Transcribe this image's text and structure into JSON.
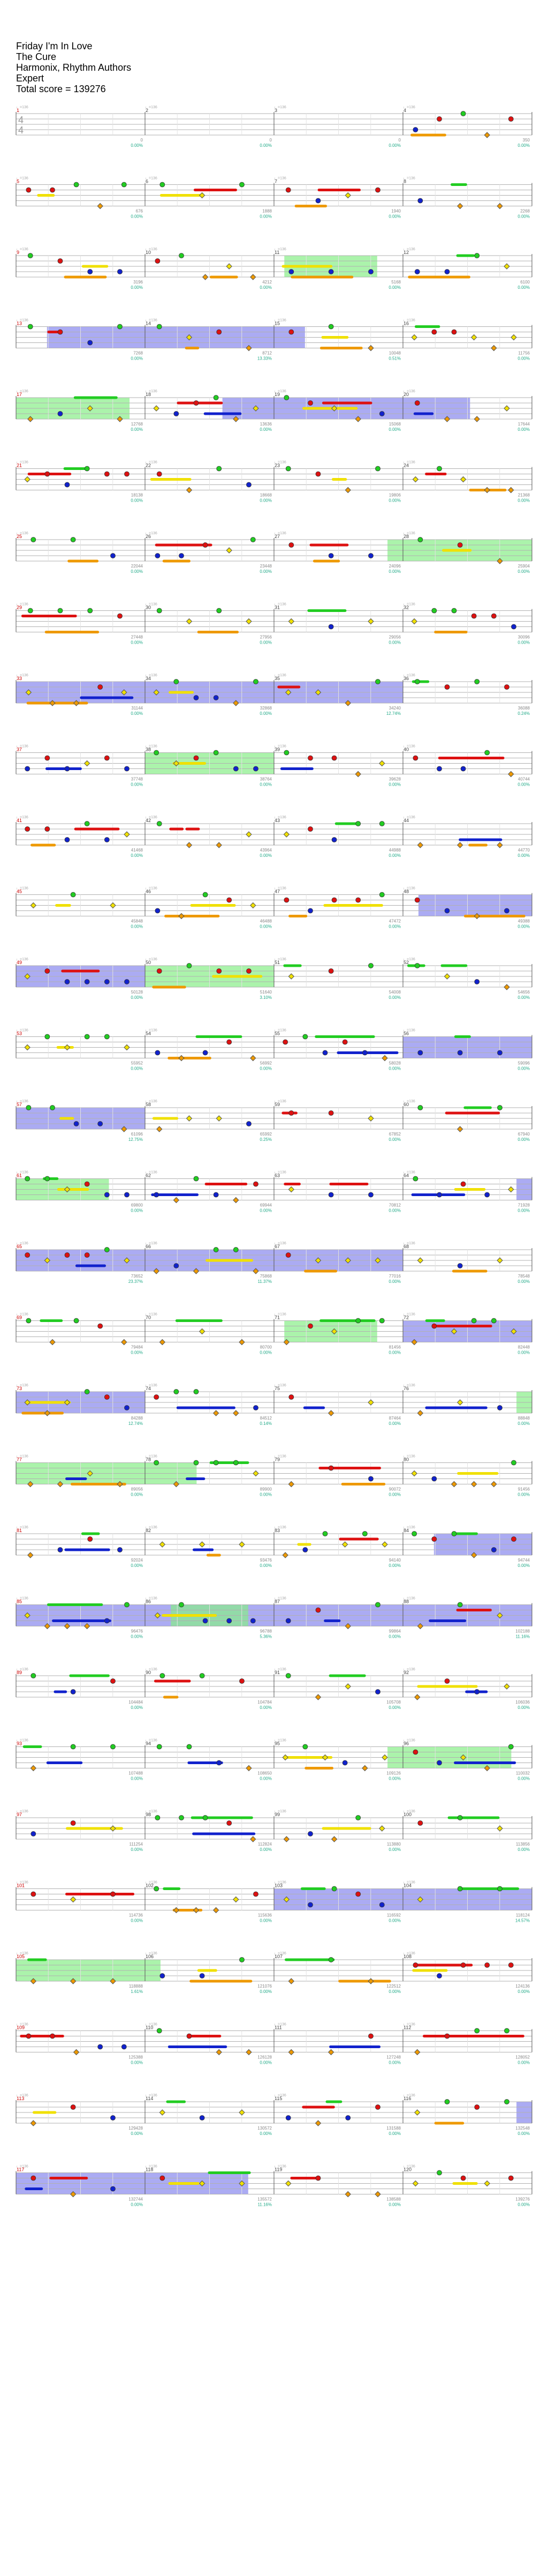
{
  "song": {
    "title": "Friday I'm In Love",
    "artist": "The Cure",
    "charter": "Harmonix, Rhythm Authors",
    "difficulty": "Expert",
    "total_score_label": "Total score = 139276"
  },
  "chart_data": {
    "type": "note-chart",
    "time_signature": [
      "4",
      "4"
    ],
    "tempo_label": "♩=136",
    "lane_colors": {
      "green": "#22cc22",
      "red": "#dd1111",
      "yellow": "#f0e000",
      "blue": "#1122cc",
      "orange": "#ee9900"
    },
    "overdrive_color": "#8888ee",
    "solo_color": "#88ee88",
    "measures": [
      {
        "n": "1",
        "score": "0",
        "pct": "0.00%"
      },
      {
        "n": "2",
        "score": "0",
        "pct": "0.00%"
      },
      {
        "n": "3",
        "score": "0",
        "pct": "0.00%"
      },
      {
        "n": "4",
        "score": "350",
        "pct": "0.00%"
      },
      {
        "n": "5",
        "score": "676",
        "pct": "0.00%"
      },
      {
        "n": "6",
        "score": "1888",
        "pct": "0.00%"
      },
      {
        "n": "7",
        "score": "1940",
        "pct": "0.00%"
      },
      {
        "n": "8",
        "score": "2268",
        "pct": "0.00%"
      },
      {
        "n": "9",
        "score": "3196",
        "pct": "0.00%"
      },
      {
        "n": "10",
        "score": "4212",
        "pct": "0.00%"
      },
      {
        "n": "11",
        "score": "5168",
        "pct": "0.00%"
      },
      {
        "n": "12",
        "score": "6100",
        "pct": "0.00%"
      },
      {
        "n": "13",
        "score": "7268",
        "pct": "0.00%"
      },
      {
        "n": "14",
        "score": "8712",
        "pct": "13.33%"
      },
      {
        "n": "15",
        "score": "10048",
        "pct": "0.51%"
      },
      {
        "n": "16",
        "score": "11756",
        "pct": "0.00%"
      },
      {
        "n": "17",
        "score": "12768",
        "pct": "0.00%"
      },
      {
        "n": "18",
        "score": "13636",
        "pct": "0.00%"
      },
      {
        "n": "19",
        "score": "15068",
        "pct": "0.00%"
      },
      {
        "n": "20",
        "score": "17644",
        "pct": "0.00%"
      },
      {
        "n": "21",
        "score": "18138",
        "pct": "0.00%"
      },
      {
        "n": "22",
        "score": "18668",
        "pct": "0.00%"
      },
      {
        "n": "23",
        "score": "19806",
        "pct": "0.00%"
      },
      {
        "n": "24",
        "score": "21368",
        "pct": "0.00%"
      },
      {
        "n": "25",
        "score": "22044",
        "pct": "0.00%"
      },
      {
        "n": "26",
        "score": "23448",
        "pct": "0.00%"
      },
      {
        "n": "27",
        "score": "24096",
        "pct": "0.00%"
      },
      {
        "n": "28",
        "score": "25904",
        "pct": "0.00%"
      },
      {
        "n": "29",
        "score": "27448",
        "pct": "0.00%"
      },
      {
        "n": "30",
        "score": "27956",
        "pct": "0.00%"
      },
      {
        "n": "31",
        "score": "29056",
        "pct": "0.00%"
      },
      {
        "n": "32",
        "score": "30096",
        "pct": "0.00%"
      },
      {
        "n": "33",
        "score": "31144",
        "pct": "0.00%"
      },
      {
        "n": "34",
        "score": "32868",
        "pct": "0.00%"
      },
      {
        "n": "35",
        "score": "34240",
        "pct": "12.74%"
      },
      {
        "n": "36",
        "score": "36088",
        "pct": "0.24%"
      },
      {
        "n": "37",
        "score": "37748",
        "pct": "0.00%"
      },
      {
        "n": "38",
        "score": "38764",
        "pct": "0.00%"
      },
      {
        "n": "39",
        "score": "39628",
        "pct": "0.00%"
      },
      {
        "n": "40",
        "score": "40744",
        "pct": "0.00%"
      },
      {
        "n": "41",
        "score": "41468",
        "pct": "0.00%"
      },
      {
        "n": "42",
        "score": "43964",
        "pct": "0.00%"
      },
      {
        "n": "43",
        "score": "44988",
        "pct": "0.00%"
      },
      {
        "n": "44",
        "score": "44770",
        "pct": "0.00%"
      },
      {
        "n": "45",
        "score": "45848",
        "pct": "0.00%"
      },
      {
        "n": "46",
        "score": "46488",
        "pct": "0.00%"
      },
      {
        "n": "47",
        "score": "47472",
        "pct": "0.00%"
      },
      {
        "n": "48",
        "score": "49388",
        "pct": "0.00%"
      },
      {
        "n": "49",
        "score": "50128",
        "pct": "0.00%"
      },
      {
        "n": "50",
        "score": "51640",
        "pct": "3.10%"
      },
      {
        "n": "51",
        "score": "54008",
        "pct": "0.00%"
      },
      {
        "n": "52",
        "score": "54656",
        "pct": "0.00%"
      },
      {
        "n": "53",
        "score": "55952",
        "pct": "0.00%"
      },
      {
        "n": "54",
        "score": "56992",
        "pct": "0.00%"
      },
      {
        "n": "55",
        "score": "58028",
        "pct": "0.00%"
      },
      {
        "n": "56",
        "score": "59096",
        "pct": "0.00%"
      },
      {
        "n": "57",
        "score": "61096",
        "pct": "12.75%"
      },
      {
        "n": "58",
        "score": "65992",
        "pct": "0.25%"
      },
      {
        "n": "59",
        "score": "67852",
        "pct": "0.00%"
      },
      {
        "n": "60",
        "score": "67940",
        "pct": "0.00%"
      },
      {
        "n": "61",
        "score": "69800",
        "pct": "0.00%"
      },
      {
        "n": "62",
        "score": "69944",
        "pct": "0.00%"
      },
      {
        "n": "63",
        "score": "70812",
        "pct": "0.00%"
      },
      {
        "n": "64",
        "score": "71928",
        "pct": "0.00%"
      },
      {
        "n": "65",
        "score": "73652",
        "pct": "23.37%"
      },
      {
        "n": "66",
        "score": "75868",
        "pct": "11.37%"
      },
      {
        "n": "67",
        "score": "77016",
        "pct": "0.00%"
      },
      {
        "n": "68",
        "score": "78548",
        "pct": "0.00%"
      },
      {
        "n": "69",
        "score": "79484",
        "pct": "0.00%"
      },
      {
        "n": "70",
        "score": "80700",
        "pct": "0.00%"
      },
      {
        "n": "71",
        "score": "81456",
        "pct": "0.00%"
      },
      {
        "n": "72",
        "score": "82448",
        "pct": "0.00%"
      },
      {
        "n": "73",
        "score": "84288",
        "pct": "12.74%"
      },
      {
        "n": "74",
        "score": "84512",
        "pct": "0.14%"
      },
      {
        "n": "75",
        "score": "87464",
        "pct": "0.00%"
      },
      {
        "n": "76",
        "score": "88848",
        "pct": "0.00%"
      },
      {
        "n": "77",
        "score": "89056",
        "pct": "0.00%"
      },
      {
        "n": "78",
        "score": "89900",
        "pct": "0.00%"
      },
      {
        "n": "79",
        "score": "90072",
        "pct": "0.00%"
      },
      {
        "n": "80",
        "score": "91456",
        "pct": "0.00%"
      },
      {
        "n": "81",
        "score": "92024",
        "pct": "0.00%"
      },
      {
        "n": "82",
        "score": "93476",
        "pct": "0.00%"
      },
      {
        "n": "83",
        "score": "94140",
        "pct": "0.00%"
      },
      {
        "n": "84",
        "score": "94744",
        "pct": "0.00%"
      },
      {
        "n": "85",
        "score": "96476",
        "pct": "0.00%"
      },
      {
        "n": "86",
        "score": "96788",
        "pct": "5.36%"
      },
      {
        "n": "87",
        "score": "99864",
        "pct": "0.00%"
      },
      {
        "n": "88",
        "score": "102188",
        "pct": "11.16%"
      },
      {
        "n": "89",
        "score": "104484",
        "pct": "0.00%"
      },
      {
        "n": "90",
        "score": "104784",
        "pct": "0.00%"
      },
      {
        "n": "91",
        "score": "105708",
        "pct": "0.00%"
      },
      {
        "n": "92",
        "score": "106036",
        "pct": "0.00%"
      },
      {
        "n": "93",
        "score": "107488",
        "pct": "0.00%"
      },
      {
        "n": "94",
        "score": "108650",
        "pct": "0.00%"
      },
      {
        "n": "95",
        "score": "109126",
        "pct": "0.00%"
      },
      {
        "n": "96",
        "score": "110032",
        "pct": "0.00%"
      },
      {
        "n": "97",
        "score": "111254",
        "pct": "0.00%"
      },
      {
        "n": "98",
        "score": "112824",
        "pct": "0.00%"
      },
      {
        "n": "99",
        "score": "113880",
        "pct": "0.00%"
      },
      {
        "n": "100",
        "score": "113856",
        "pct": "0.00%"
      },
      {
        "n": "101",
        "score": "114736",
        "pct": "0.00%"
      },
      {
        "n": "102",
        "score": "115636",
        "pct": "0.00%"
      },
      {
        "n": "103",
        "score": "116592",
        "pct": "0.00%"
      },
      {
        "n": "104",
        "score": "118124",
        "pct": "14.57%"
      },
      {
        "n": "105",
        "score": "118888",
        "pct": "1.61%"
      },
      {
        "n": "106",
        "score": "121076",
        "pct": "0.00%"
      },
      {
        "n": "107",
        "score": "122512",
        "pct": "0.00%"
      },
      {
        "n": "108",
        "score": "124136",
        "pct": "0.00%"
      },
      {
        "n": "109",
        "score": "125388",
        "pct": "0.00%"
      },
      {
        "n": "110",
        "score": "126128",
        "pct": "0.00%"
      },
      {
        "n": "111",
        "score": "127248",
        "pct": "0.00%"
      },
      {
        "n": "112",
        "score": "128052",
        "pct": "0.00%"
      },
      {
        "n": "113",
        "score": "129428",
        "pct": "0.00%"
      },
      {
        "n": "114",
        "score": "130572",
        "pct": "0.00%"
      },
      {
        "n": "115",
        "score": "131588",
        "pct": "0.00%"
      },
      {
        "n": "116",
        "score": "132548",
        "pct": "0.00%"
      },
      {
        "n": "117",
        "score": "132744",
        "pct": "0.00%"
      },
      {
        "n": "118",
        "score": "135572",
        "pct": "11.16%"
      },
      {
        "n": "119",
        "score": "138588",
        "pct": "0.00%"
      },
      {
        "n": "120",
        "score": "139276",
        "pct": "0.00%"
      }
    ]
  }
}
